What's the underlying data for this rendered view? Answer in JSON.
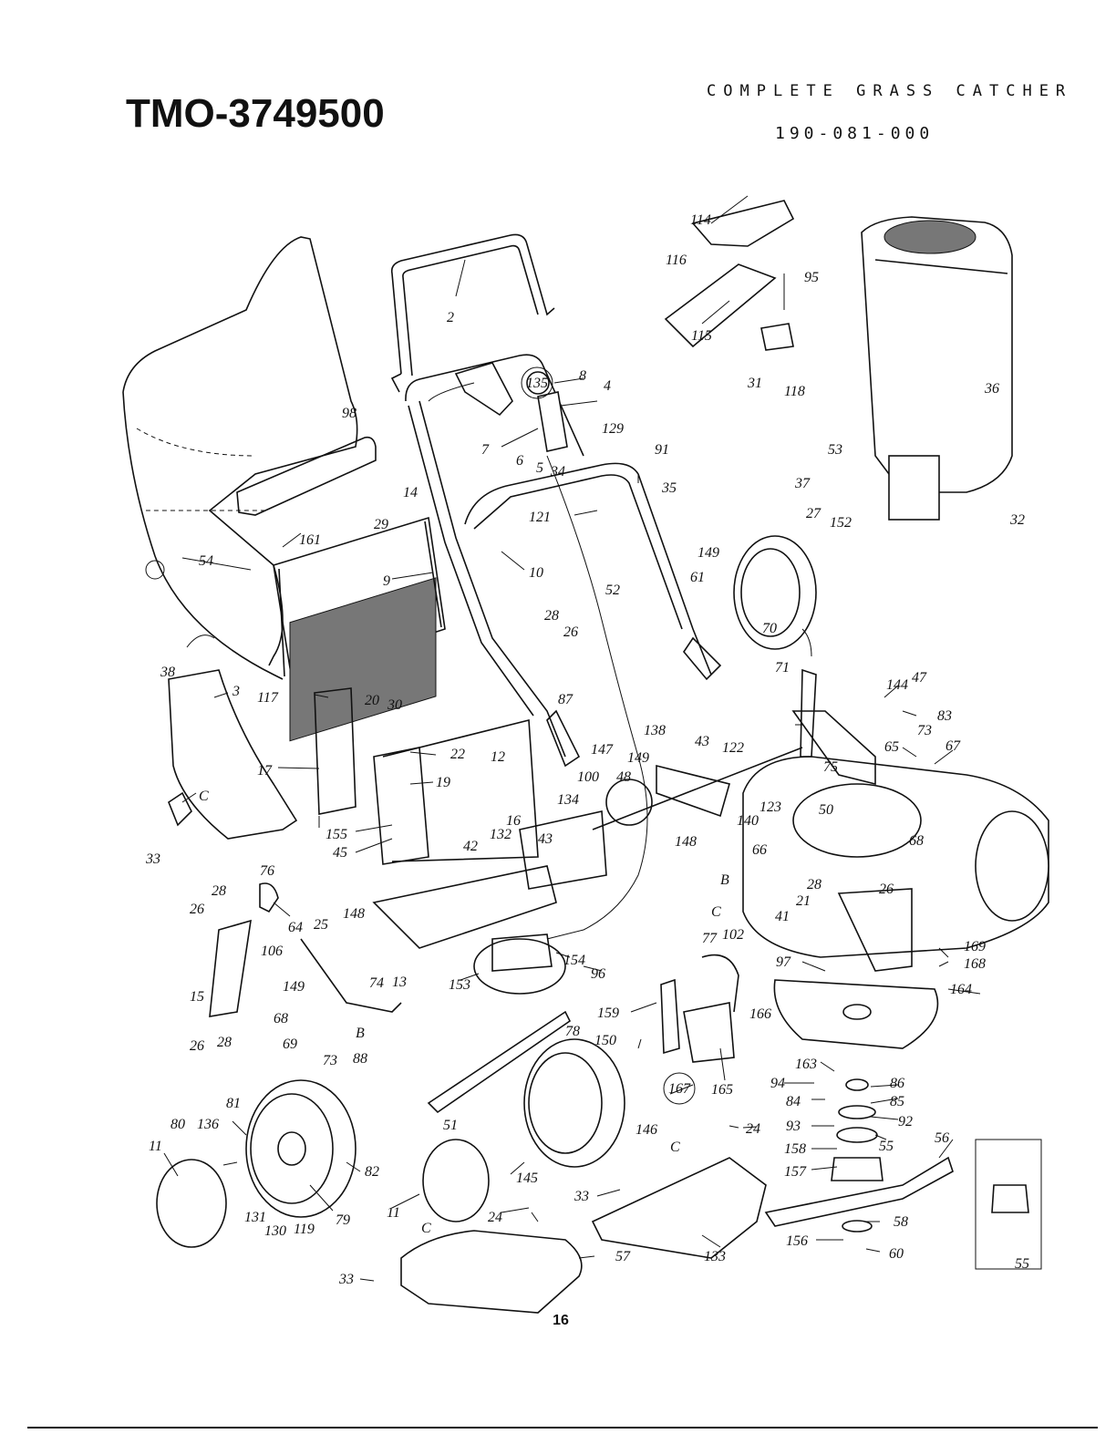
{
  "header": {
    "model_number": "TMO-3749500",
    "note_line1": "COMPLETE GRASS CATCHER",
    "note_line2": "190-081-000"
  },
  "footer": {
    "page_number": "16"
  },
  "callouts": {
    "n2": "2",
    "n3": "3",
    "n4": "4",
    "n5": "5",
    "n6": "6",
    "n7": "7",
    "n8": "8",
    "n9": "9",
    "n10": "10",
    "n11a": "11",
    "n11b": "11",
    "n12": "12",
    "n13": "13",
    "n14": "14",
    "n15": "15",
    "n16": "16",
    "n17": "17",
    "n19": "19",
    "n20": "20",
    "n21": "21",
    "n22": "22",
    "n24a": "24",
    "n24b": "24",
    "n25": "25",
    "n26a": "26",
    "n26b": "26",
    "n26c": "26",
    "n26d": "26",
    "n27": "27",
    "n28a": "28",
    "n28b": "28",
    "n28c": "28",
    "n28d": "28",
    "n29": "29",
    "n30": "30",
    "n31": "31",
    "n32": "32",
    "n33a": "33",
    "n33b": "33",
    "n33c": "33",
    "n34": "34",
    "n35": "35",
    "n36": "36",
    "n37": "37",
    "n38": "38",
    "n41": "41",
    "n42": "42",
    "n43a": "43",
    "n43b": "43",
    "n45": "45",
    "n47": "47",
    "n48": "48",
    "n50": "50",
    "n51": "51",
    "n52": "52",
    "n53": "53",
    "n54": "54",
    "n55a": "55",
    "n55b": "55",
    "n56": "56",
    "n57": "57",
    "n58": "58",
    "n60": "60",
    "n61": "61",
    "n64": "64",
    "n65": "65",
    "n66": "66",
    "n67": "67",
    "n68a": "68",
    "n68b": "68",
    "n69": "69",
    "n70": "70",
    "n71": "71",
    "n73a": "73",
    "n73b": "73",
    "n74": "74",
    "n75": "75",
    "n76": "76",
    "n77": "77",
    "n78": "78",
    "n79": "79",
    "n80": "80",
    "n81": "81",
    "n82": "82",
    "n83": "83",
    "n84": "84",
    "n85": "85",
    "n86": "86",
    "n87": "87",
    "n88": "88",
    "n91": "91",
    "n92": "92",
    "n93": "93",
    "n94": "94",
    "n95": "95",
    "n96": "96",
    "n97": "97",
    "n98": "98",
    "n100": "100",
    "n102": "102",
    "n106": "106",
    "n114": "114",
    "n115": "115",
    "n116": "116",
    "n117": "117",
    "n118": "118",
    "n119": "119",
    "n121": "121",
    "n122": "122",
    "n123": "123",
    "n129": "129",
    "n130": "130",
    "n131": "131",
    "n132": "132",
    "n133": "133",
    "n134": "134",
    "n135": "135",
    "n136": "136",
    "n138": "138",
    "n140": "140",
    "n144": "144",
    "n145": "145",
    "n146": "146",
    "n147": "147",
    "n148a": "148",
    "n148b": "148",
    "n149a": "149",
    "n149b": "149",
    "n149c": "149",
    "n150": "150",
    "n152": "152",
    "n153": "153",
    "n154": "154",
    "n155": "155",
    "n156": "156",
    "n157": "157",
    "n158": "158",
    "n159": "159",
    "n161": "161",
    "n163": "163",
    "n164": "164",
    "n165": "165",
    "n166": "166",
    "n167": "167",
    "n168": "168",
    "n169": "169",
    "lB1": "B",
    "lB2": "B",
    "lC1": "C",
    "lC2": "C",
    "lC3": "C",
    "lC4": "C"
  }
}
